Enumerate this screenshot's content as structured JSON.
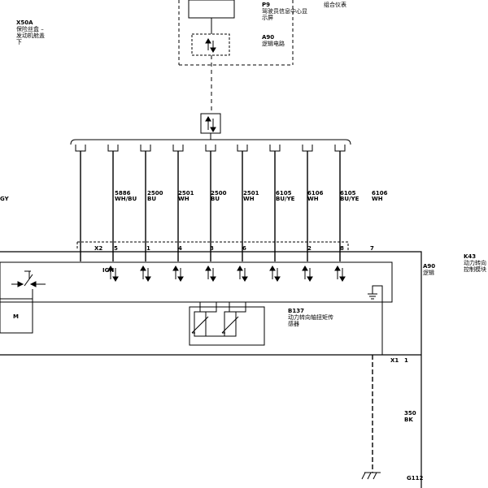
{
  "components": {
    "x50a": {
      "code": "X50A",
      "desc_lines": [
        "保险丝盒 –",
        "发动机舱盖",
        "下"
      ]
    },
    "p9": {
      "code": "P9",
      "desc_lines": [
        "驾驶员信息中心显",
        "示屏"
      ]
    },
    "p9_side": {
      "desc": "组合仪表"
    },
    "a90_top": {
      "code": "A90",
      "desc": "逻辑电路"
    },
    "k43": {
      "code": "K43",
      "desc_lines": [
        "动力转向",
        "控制模块"
      ]
    },
    "a90_mid": {
      "code": "A90",
      "desc": "逻辑"
    },
    "b137": {
      "code": "B137",
      "desc_lines": [
        "动力转向轴扭矩传",
        "感器"
      ]
    },
    "g112": {
      "code": "G112"
    }
  },
  "wires": [
    {
      "circuit": "",
      "color": "GY"
    },
    {
      "circuit": "5886",
      "color": "WH/BU"
    },
    {
      "circuit": "2500",
      "color": "BU"
    },
    {
      "circuit": "2501",
      "color": "WH"
    },
    {
      "circuit": "2500",
      "color": "BU"
    },
    {
      "circuit": "2501",
      "color": "WH"
    },
    {
      "circuit": "6105",
      "color": "BU/YE"
    },
    {
      "circuit": "6106",
      "color": "WH"
    },
    {
      "circuit": "6105",
      "color": "BU/YE"
    },
    {
      "circuit": "6106",
      "color": "WH"
    }
  ],
  "connector_x2": {
    "label": "X2",
    "pins": [
      "5",
      "1",
      "4",
      "3",
      "6",
      "2",
      "8",
      "7"
    ]
  },
  "ign_label": "IGN",
  "motor_label": "M",
  "x1": {
    "label": "X1",
    "pin": "1"
  },
  "ground_wire": {
    "circuit": "350",
    "color": "BK"
  }
}
